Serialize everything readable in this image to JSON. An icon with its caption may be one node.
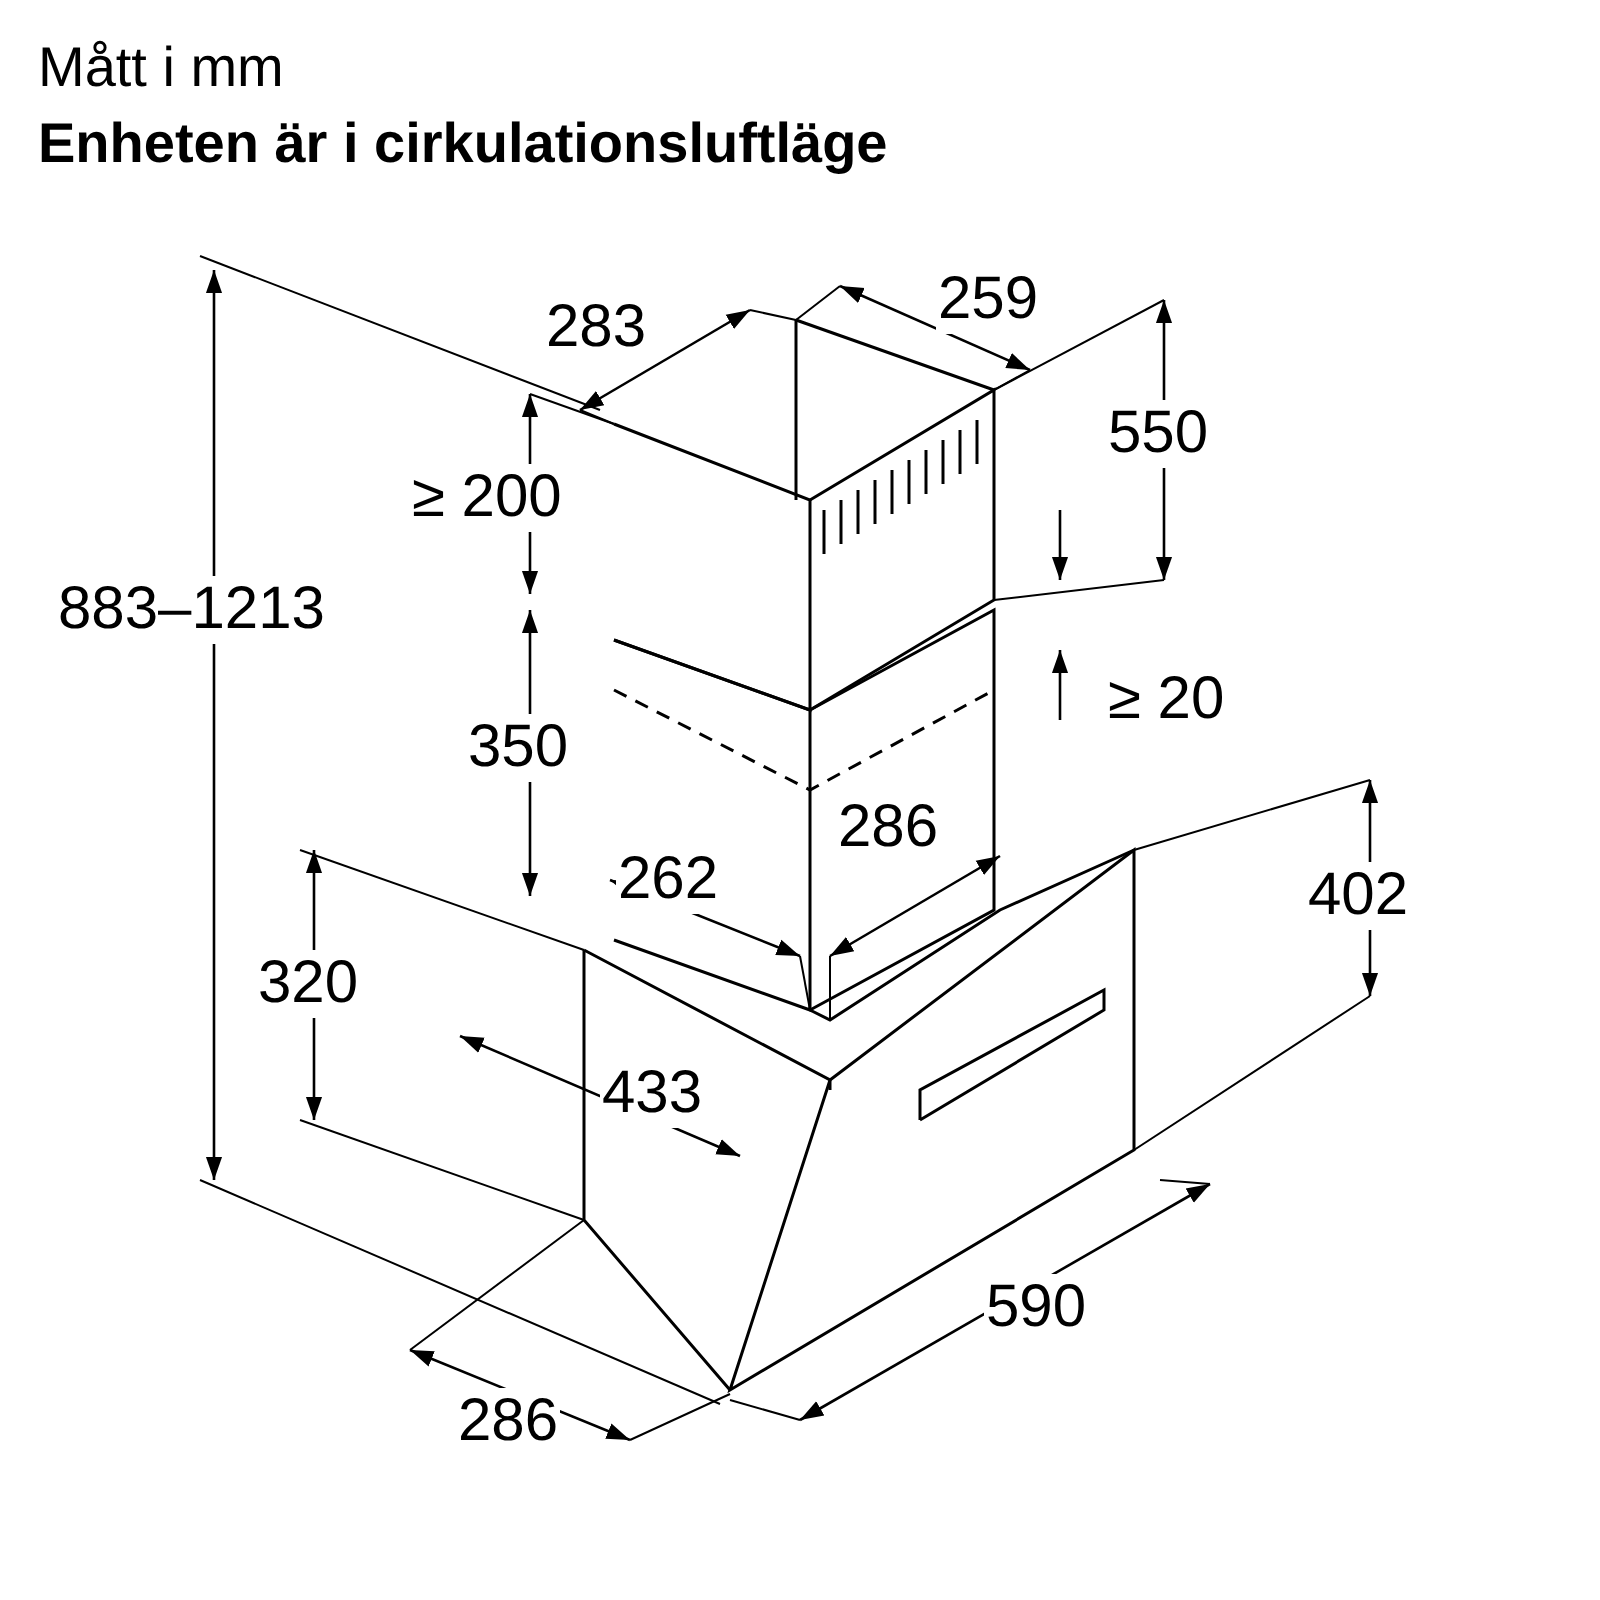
{
  "diagram": {
    "title": "Mått i mm",
    "labels": [
      "Enheten är i cirkulationsluftläge",
      "283",
      "259",
      "550",
      "≥ 200",
      "883–1213",
      "350",
      "≥ 20",
      "286",
      "262",
      "402",
      "320",
      "433",
      "590",
      "286"
    ]
  }
}
